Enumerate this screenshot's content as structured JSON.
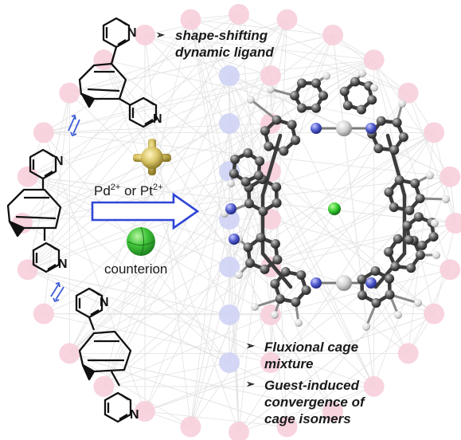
{
  "labels": {
    "ligand_title_line1": "shape-shifting",
    "ligand_title_line2": "dynamic ligand",
    "metal_prefix": "Pd",
    "metal_charge_1": "2+",
    "metal_or": " or Pt",
    "metal_charge_2": "2+",
    "counterion": "counterion",
    "bullet1_line1": "Fluxional cage",
    "bullet1_line2": "mixture",
    "bullet2_line1": "Guest-induced",
    "bullet2_line2": "convergence of",
    "bullet2_line3": "cage isomers",
    "n_atom": "N"
  },
  "colors": {
    "pink_node": "#f7cfdc",
    "blue_node": "#cfd3f5",
    "arrow_blue": "#2f45d6",
    "equilibrium_blue": "#3b5bd9",
    "metal_gold": "#d8c46a",
    "counterion_green": "#3fc43a",
    "carbon_grey": "#4a4a4a"
  }
}
